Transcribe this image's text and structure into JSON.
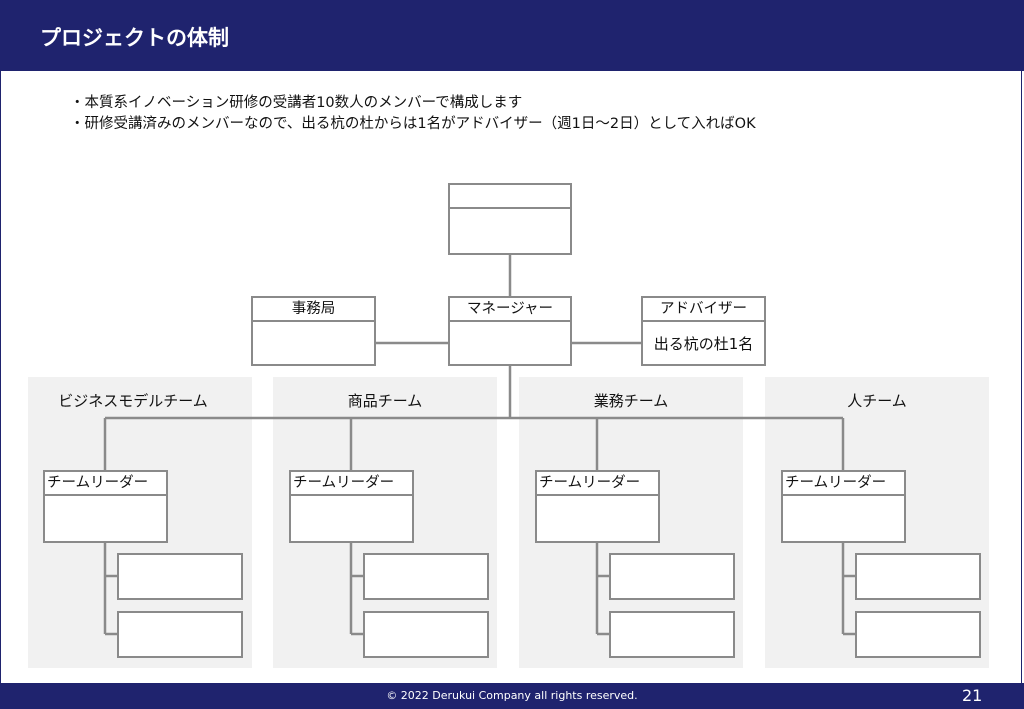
{
  "header": {
    "title": "プロジェクトの体制"
  },
  "bullets": [
    "・本質系イノベーション研修の受講者10数人のメンバーで構成します",
    "・研修受講済みのメンバーなので、出る杭の杜からは1名がアドバイザー（週1日〜2日）として入ればOK"
  ],
  "org": {
    "manager": "マネージャー",
    "office": "事務局",
    "advisor": {
      "title": "アドバイザー",
      "body": "出る杭の杜1名"
    },
    "leader_label": "チームリーダー",
    "teams": [
      "ビジネスモデルチーム",
      "商品チーム",
      "業務チーム",
      "人チーム"
    ]
  },
  "footer": {
    "copyright": "© 2022 Derukui Company all rights reserved.",
    "page": "21"
  },
  "colors": {
    "brand": "#1f236e",
    "panel": "#f1f1f1",
    "line": "#8a8a8a"
  }
}
